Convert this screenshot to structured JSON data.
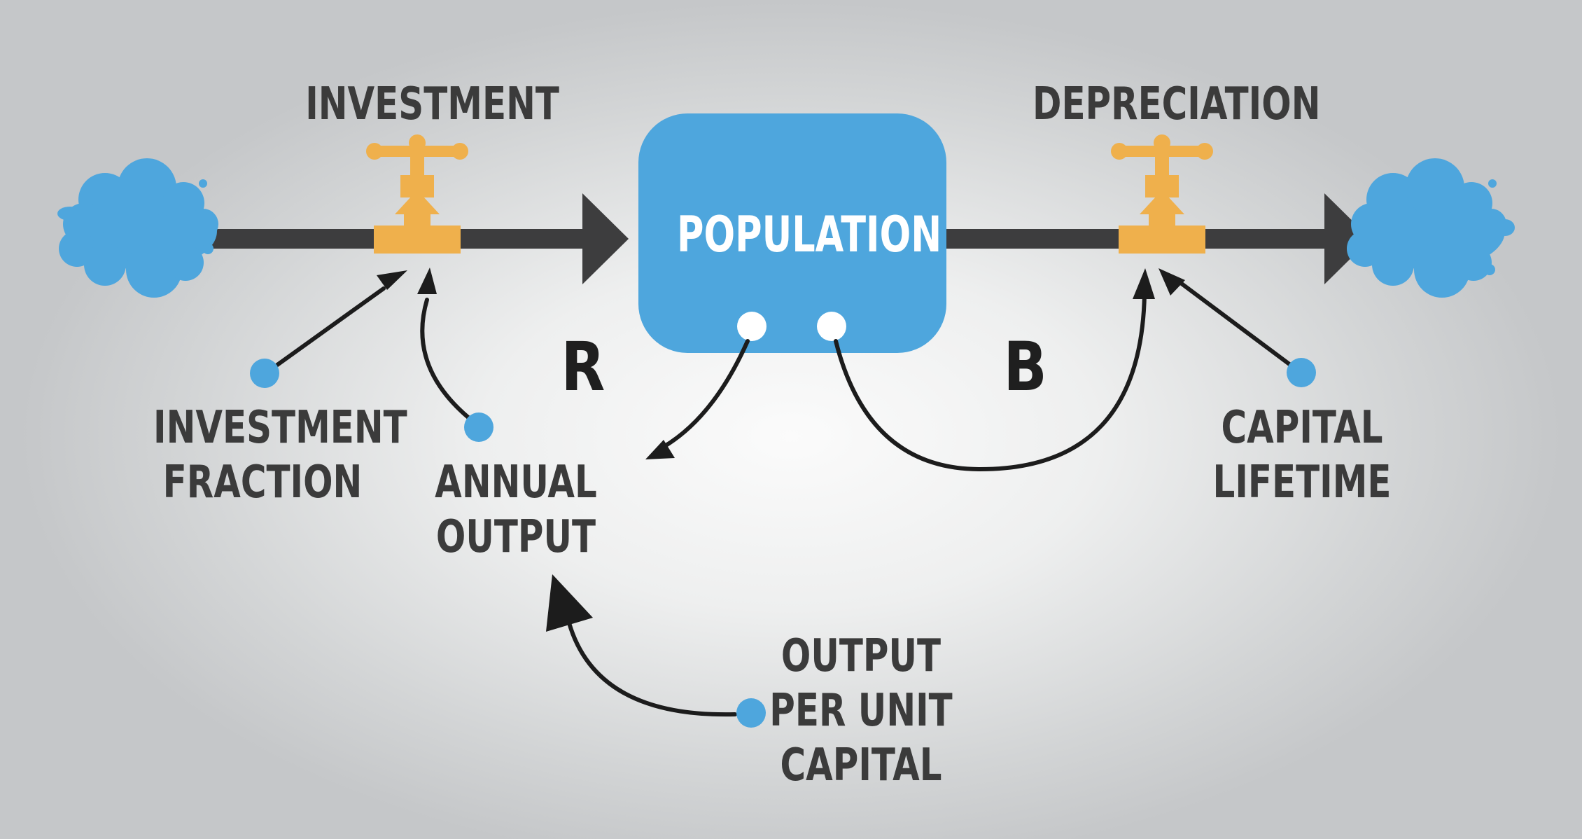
{
  "stock": {
    "label": "POPULATION"
  },
  "flows": {
    "inflow": {
      "label": "INVESTMENT"
    },
    "outflow": {
      "label": "DEPRECIATION"
    }
  },
  "auxiliaries": {
    "investment_fraction": [
      "INVESTMENT",
      "FRACTION"
    ],
    "annual_output": [
      "ANNUAL",
      "OUTPUT"
    ],
    "capital_lifetime": [
      "CAPITAL",
      "LIFETIME"
    ],
    "output_per_unit_capital": [
      "OUTPUT",
      "PER UNIT",
      "CAPITAL"
    ]
  },
  "loops": {
    "reinforcing": "R",
    "balancing": "B"
  },
  "colors": {
    "stock": "#4ea6dd",
    "cloud": "#4ea6dd",
    "valve": "#efb04c",
    "pipe": "#3d3d3e",
    "link": "#1c1c1c",
    "auxiliary": "#4ea6dd",
    "text": "#3b3b3b"
  },
  "icons": [
    "cloud-source-icon",
    "cloud-sink-icon",
    "valve-icon",
    "arrowhead-icon"
  ]
}
